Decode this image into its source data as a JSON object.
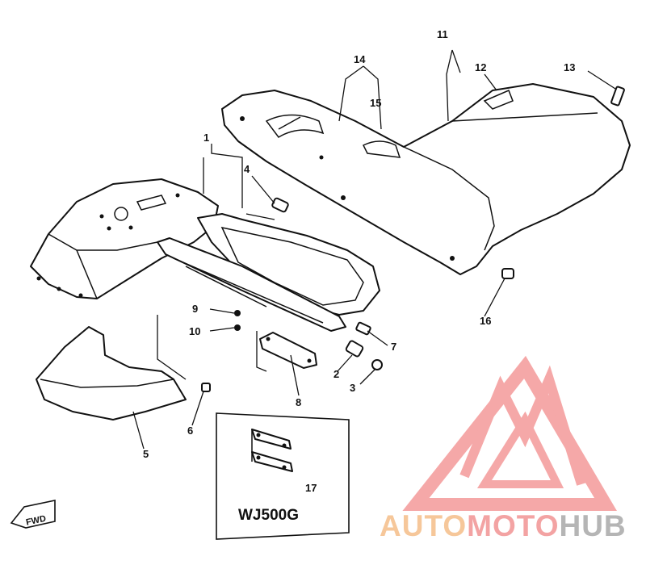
{
  "callouts": [
    {
      "id": "1",
      "text": "1"
    },
    {
      "id": "2",
      "text": "2"
    },
    {
      "id": "3",
      "text": "3"
    },
    {
      "id": "4",
      "text": "4"
    },
    {
      "id": "5",
      "text": "5"
    },
    {
      "id": "6",
      "text": "6"
    },
    {
      "id": "7",
      "text": "7"
    },
    {
      "id": "8",
      "text": "8"
    },
    {
      "id": "9",
      "text": "9"
    },
    {
      "id": "10",
      "text": "10"
    },
    {
      "id": "11",
      "text": "11"
    },
    {
      "id": "12",
      "text": "12"
    },
    {
      "id": "13",
      "text": "13"
    },
    {
      "id": "14",
      "text": "14"
    },
    {
      "id": "15",
      "text": "15"
    },
    {
      "id": "16",
      "text": "16"
    },
    {
      "id": "17",
      "text": "17"
    }
  ],
  "inset": {
    "model": "WJ500G"
  },
  "direction_badge": "FWD",
  "watermark": {
    "part1": "AUTO",
    "part2": "MOTO",
    "part3": "HUB",
    "colors": {
      "auto": "#f6c79a",
      "moto": "#f3a3a3",
      "hub": "#b5b5b5",
      "logo": "#f28b8b"
    }
  }
}
